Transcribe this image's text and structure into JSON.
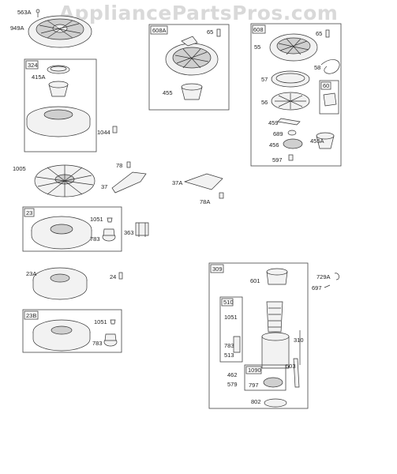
{
  "watermark": "AppliancePartsPros.com",
  "labels": {
    "p563A": "563A",
    "p949A": "949A",
    "p324": "324",
    "p415A": "415A",
    "p1044": "1044",
    "p608A": "608A",
    "p65a": "65",
    "p455": "455",
    "p608": "608",
    "p65b": "65",
    "p55": "55",
    "p57": "57",
    "p58": "58",
    "p60": "60",
    "p56": "56",
    "p459": "459",
    "p689": "689",
    "p456": "456",
    "p455A": "455A",
    "p597": "597",
    "p1005": "1005",
    "p78": "78",
    "p37": "37",
    "p37A": "37A",
    "p78A": "78A",
    "p23": "23",
    "p1051a": "1051",
    "p783a": "783",
    "p363": "363",
    "p23A": "23A",
    "p24": "24",
    "p23B": "23B",
    "p1051b": "1051",
    "p783b": "783",
    "p309": "309",
    "p601": "601",
    "p729A": "729A",
    "p697": "697",
    "p510": "510",
    "p1051c": "1051",
    "p783c": "783",
    "p513": "513",
    "p310": "310",
    "p1090": "1090",
    "p462": "462",
    "p579": "579",
    "p797": "797",
    "p503": "503",
    "p802": "802"
  }
}
